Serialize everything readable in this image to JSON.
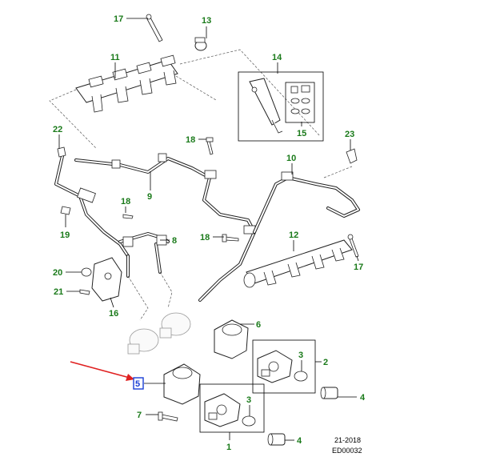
{
  "callouts": {
    "c1": "1",
    "c2": "2",
    "c3a": "3",
    "c3b": "3",
    "c4a": "4",
    "c4b": "4",
    "c5": "5",
    "c6": "6",
    "c7": "7",
    "c8": "8",
    "c9": "9",
    "c10": "10",
    "c11": "11",
    "c12": "12",
    "c13": "13",
    "c14": "14",
    "c15": "15",
    "c16": "16",
    "c17a": "17",
    "c17b": "17",
    "c18a": "18",
    "c18b": "18",
    "c19": "19",
    "c20": "20",
    "c21": "21",
    "c22": "22",
    "c23": "23"
  },
  "highlight": {
    "color": "#1a3fd6",
    "arrow_color": "#e02020",
    "target_callout": "5"
  },
  "callout_color": "#1a7a1a",
  "footer": {
    "date": "21-2018",
    "code": "ED00032"
  }
}
